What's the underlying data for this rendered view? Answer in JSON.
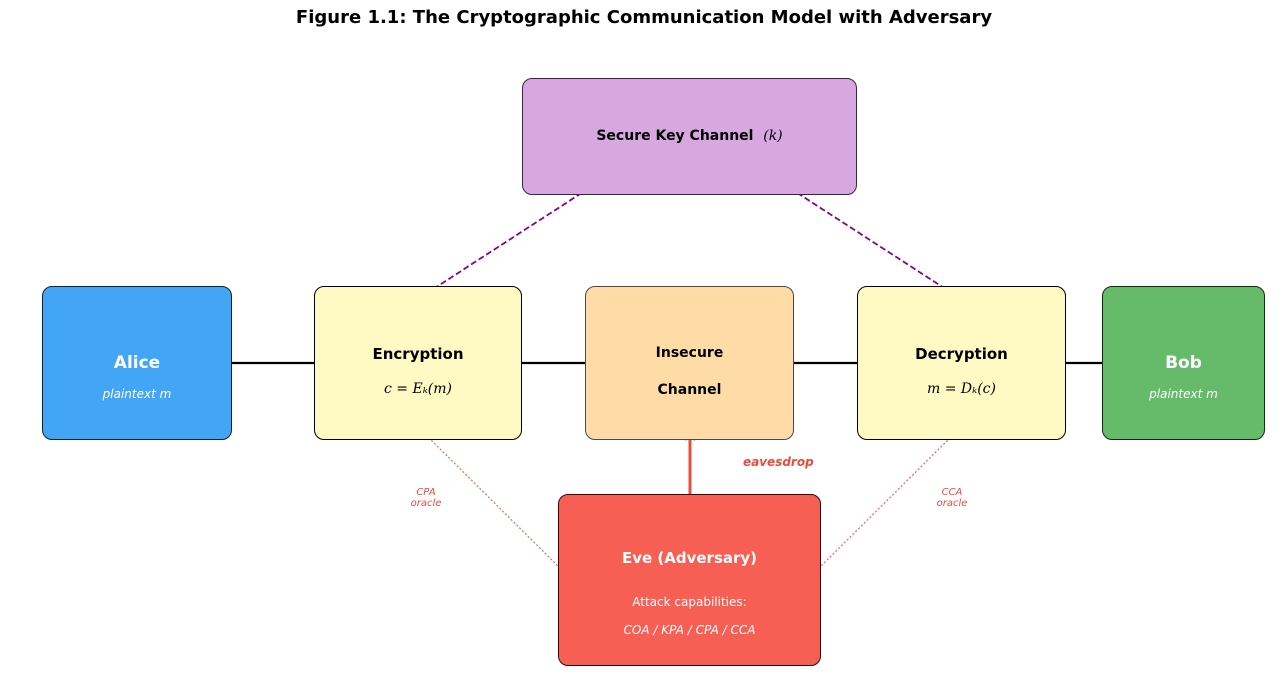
{
  "title": "Figure 1.1: The Cryptographic Communication Model with Adversary",
  "colors": {
    "alice": "#42a5f5",
    "bob": "#66bb6a",
    "process": "#fff9c4",
    "channel": "#ffdca6",
    "key": "#d7a8e0",
    "eve": "#f75f54",
    "key_arrow": "#8b008b",
    "attack": "#e74c3c"
  },
  "nodes": {
    "key_channel": {
      "label": "Secure Key Channel",
      "symbol": "(k)"
    },
    "alice": {
      "label": "Alice",
      "sublabel": "plaintext m"
    },
    "encryption": {
      "label": "Encryption",
      "formula": "c = Eₖ(m)"
    },
    "channel": {
      "line1": "Insecure",
      "line2": "Channel"
    },
    "decryption": {
      "label": "Decryption",
      "formula": "m = Dₖ(c)"
    },
    "bob": {
      "label": "Bob",
      "sublabel": "plaintext m"
    },
    "eve": {
      "label": "Eve (Adversary)",
      "caps_label": "Attack capabilities:",
      "caps": "COA / KPA / CPA / CCA"
    }
  },
  "annotations": {
    "eavesdrop": "eavesdrop",
    "cpa_line1": "CPA",
    "cpa_line2": "oracle",
    "cca_line1": "CCA",
    "cca_line2": "oracle"
  },
  "icons": {
    "flow_arrow": "arrow-right-icon",
    "key_arrow": "dashed-arrow-icon",
    "attack_arrow": "dotted-double-arrow-icon"
  }
}
